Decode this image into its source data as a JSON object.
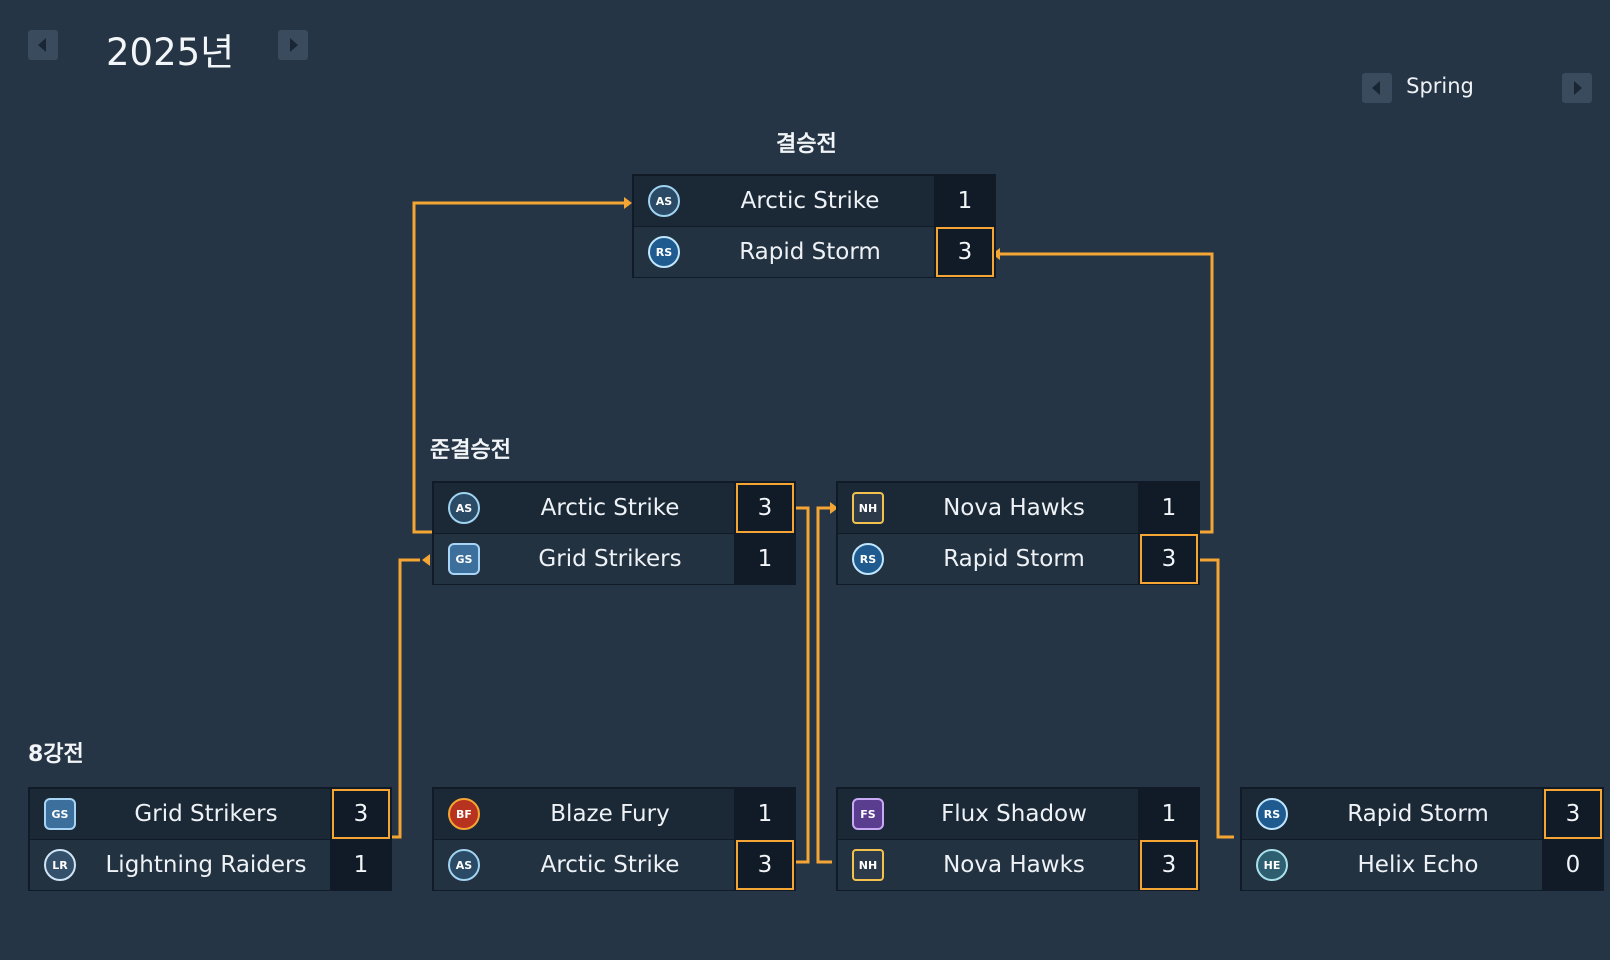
{
  "header": {
    "year": "2025년",
    "season": "Spring"
  },
  "rounds": {
    "final": "결승전",
    "semifinal": "준결승전",
    "quarterfinal": "8강전"
  },
  "colors": {
    "background": "#263545",
    "win_highlight": "#f5a533",
    "cell_dark": "#101b27"
  },
  "matches": {
    "final": {
      "top": {
        "team": "Arctic Strike",
        "score": "1",
        "logo": "AS"
      },
      "bottom": {
        "team": "Rapid Storm",
        "score": "3",
        "logo": "RS"
      }
    },
    "semi1": {
      "top": {
        "team": "Arctic Strike",
        "score": "3",
        "logo": "AS"
      },
      "bottom": {
        "team": "Grid Strikers",
        "score": "1",
        "logo": "GS"
      }
    },
    "semi2": {
      "top": {
        "team": "Nova Hawks",
        "score": "1",
        "logo": "NH"
      },
      "bottom": {
        "team": "Rapid Storm",
        "score": "3",
        "logo": "RS"
      }
    },
    "qf1": {
      "top": {
        "team": "Grid Strikers",
        "score": "3",
        "logo": "GS"
      },
      "bottom": {
        "team": "Lightning Raiders",
        "score": "1",
        "logo": "LR"
      }
    },
    "qf2": {
      "top": {
        "team": "Blaze Fury",
        "score": "1",
        "logo": "BF"
      },
      "bottom": {
        "team": "Arctic Strike",
        "score": "3",
        "logo": "AS"
      }
    },
    "qf3": {
      "top": {
        "team": "Flux Shadow",
        "score": "1",
        "logo": "FS"
      },
      "bottom": {
        "team": "Nova Hawks",
        "score": "3",
        "logo": "NH"
      }
    },
    "qf4": {
      "top": {
        "team": "Rapid Storm",
        "score": "3",
        "logo": "RS"
      },
      "bottom": {
        "team": "Helix Echo",
        "score": "0",
        "logo": "HE"
      }
    }
  }
}
